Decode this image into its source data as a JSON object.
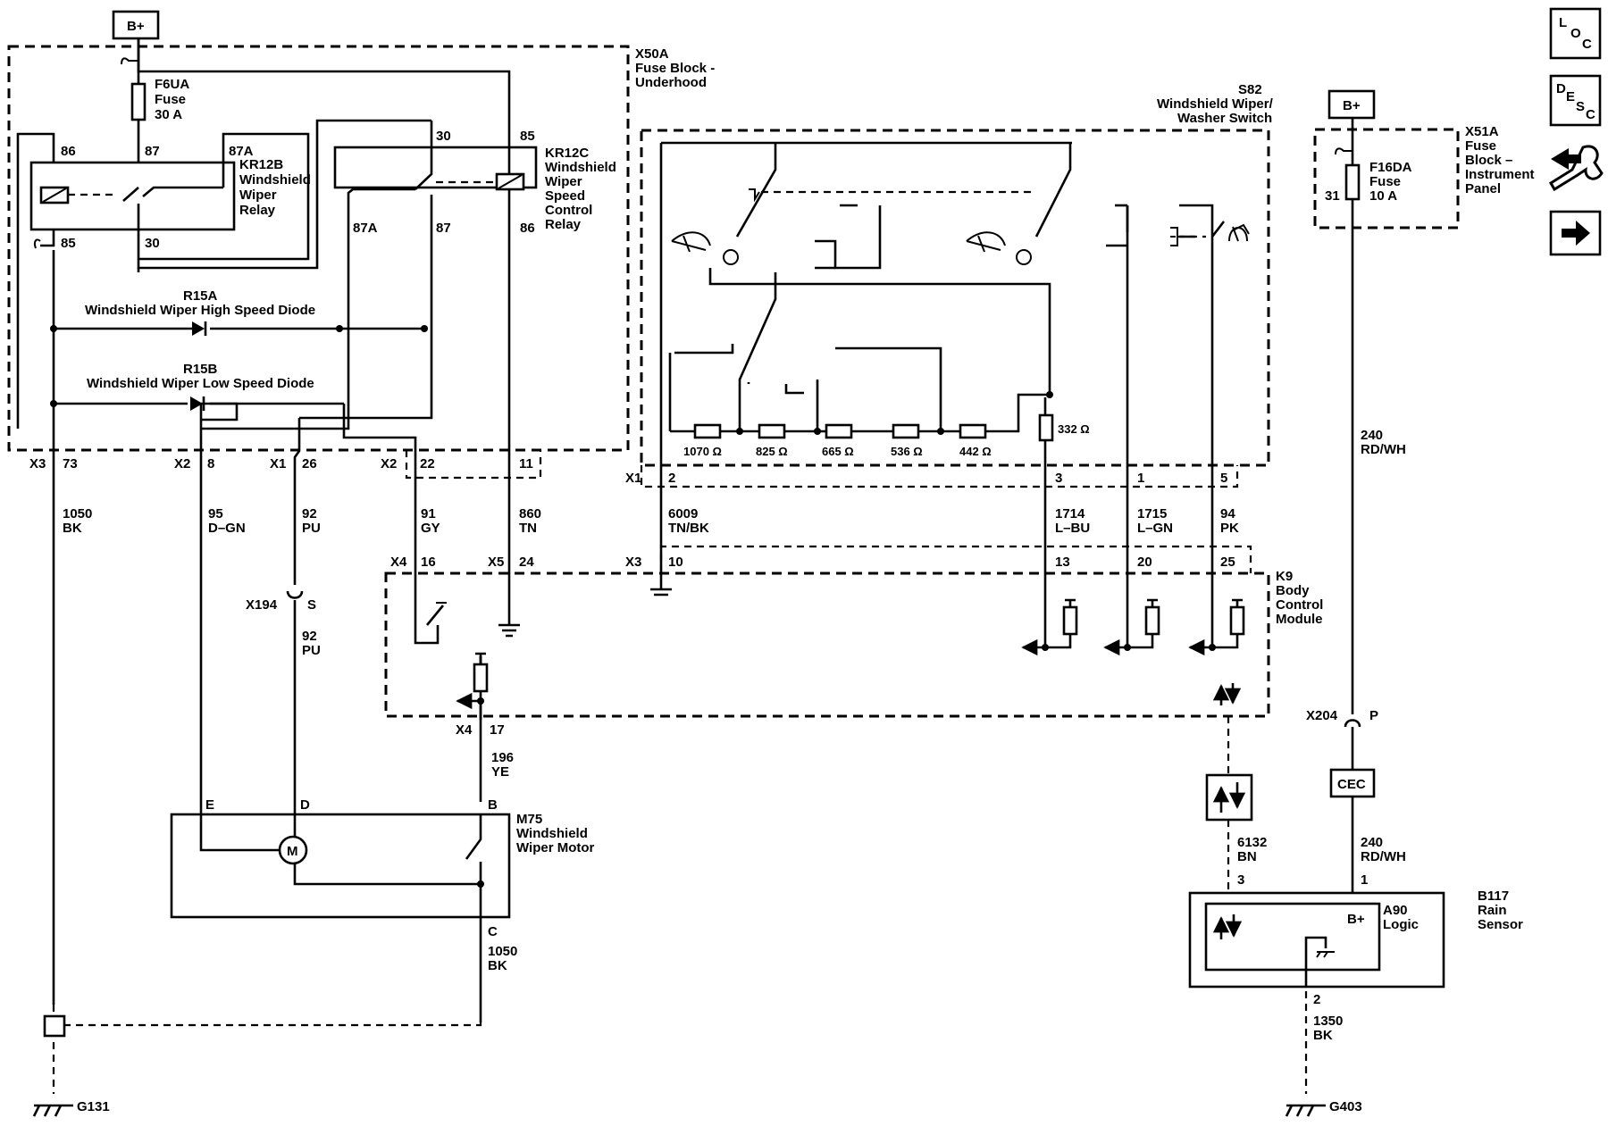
{
  "nav": {
    "loc": {
      "l": "L",
      "o": "O",
      "c": "C"
    },
    "desc": {
      "d": "D",
      "e": "E",
      "s": "S",
      "c": "C"
    },
    "tools_icon": "wrench-connector-icon",
    "next_icon": "right-arrow-icon"
  },
  "power": {
    "bplus_left": "B+",
    "bplus_right": "B+"
  },
  "fuse_block_underhood": {
    "id": "X50A",
    "line1": "Fuse Block -",
    "line2": "Underhood"
  },
  "fuse_f6ua": {
    "id": "F6UA",
    "line1": "Fuse",
    "rating": "30 A"
  },
  "relay_kr12b": {
    "id": "KR12B",
    "line1": "Windshield",
    "line2": "Wiper",
    "line3": "Relay",
    "pin86": "86",
    "pin87": "87",
    "pin87a": "87A",
    "pin85": "85",
    "pin30": "30"
  },
  "relay_kr12c": {
    "id": "KR12C",
    "line1": "Windshield",
    "line2": "Wiper",
    "line3": "Speed",
    "line4": "Control",
    "line5": "Relay",
    "pin30": "30",
    "pin85": "85",
    "pin87a": "87A",
    "pin87": "87",
    "pin86": "86"
  },
  "diode_r15a": {
    "id": "R15A",
    "name": "Windshield Wiper High Speed Diode"
  },
  "diode_r15b": {
    "id": "R15B",
    "name": "Windshield Wiper Low Speed Diode"
  },
  "x50a_pins": {
    "x3": "X3",
    "p73": "73",
    "x2a": "X2",
    "p8": "8",
    "x1": "X1",
    "p26": "26",
    "x2b": "X2",
    "p22": "22",
    "p11": "11"
  },
  "wires_left": {
    "w1050": "1050",
    "bk": "BK",
    "w95": "95",
    "dgn": "D–GN",
    "w92": "92",
    "pu": "PU",
    "w91": "91",
    "gy": "GY",
    "w860": "860",
    "tn": "TN",
    "w92b": "92",
    "pub": "PU",
    "w196": "196",
    "ye": "YE",
    "w1050b": "1050",
    "bkb": "BK"
  },
  "splice_x194": {
    "id": "X194",
    "pin": "S"
  },
  "switch_s82": {
    "id": "S82",
    "line1": "Windshield Wiper/",
    "line2": "Washer Switch",
    "r1": "1070 Ω",
    "r2": "825 Ω",
    "r3": "665 Ω",
    "r4": "536 Ω",
    "r5": "442 Ω",
    "r6": "332 Ω"
  },
  "s82_pins": {
    "x1": "X1",
    "p2": "2",
    "p3": "3",
    "p1": "1",
    "p5": "5"
  },
  "wires_mid": {
    "w6009": "6009",
    "tnbk": "TN/BK",
    "w1714": "1714",
    "lbu": "L–BU",
    "w1715": "1715",
    "lgn": "L–GN",
    "w94": "94",
    "pk": "PK"
  },
  "bcm": {
    "id": "K9",
    "line1": "Body",
    "line2": "Control",
    "line3": "Module",
    "x4a": "X4",
    "p16": "16",
    "x5": "X5",
    "p24": "24",
    "x3": "X3",
    "p10": "10",
    "p13": "13",
    "p20": "20",
    "p25": "25",
    "x4b": "X4",
    "p17": "17"
  },
  "motor": {
    "id": "M75",
    "line1": "Windshield",
    "line2": "Wiper Motor",
    "symbol": "M",
    "pinE": "E",
    "pinD": "D",
    "pinB": "B",
    "pinC": "C"
  },
  "grounds": {
    "g131": "G131",
    "g403": "G403"
  },
  "fuse_block_ip": {
    "id": "X51A",
    "line1": "Fuse",
    "line2": "Block –",
    "line3": "Instrument",
    "line4": "Panel"
  },
  "fuse_f16da": {
    "id": "F16DA",
    "line1": "Fuse",
    "rating": "10 A",
    "pin31": "31"
  },
  "wires_right": {
    "w240": "240",
    "rdwh": "RD/WH",
    "w240b": "240",
    "rdwhb": "RD/WH",
    "w6132": "6132",
    "bn": "BN",
    "w1350": "1350",
    "bk": "BK"
  },
  "connector_x204": {
    "id": "X204",
    "pin": "P"
  },
  "cec": {
    "label": "CEC"
  },
  "rain_sensor": {
    "id": "B117",
    "line1": "Rain",
    "line2": "Sensor",
    "logic_id": "A90",
    "logic_line": "Logic",
    "bplus": "B+",
    "pin3": "3",
    "pin1": "1",
    "pin2": "2"
  }
}
